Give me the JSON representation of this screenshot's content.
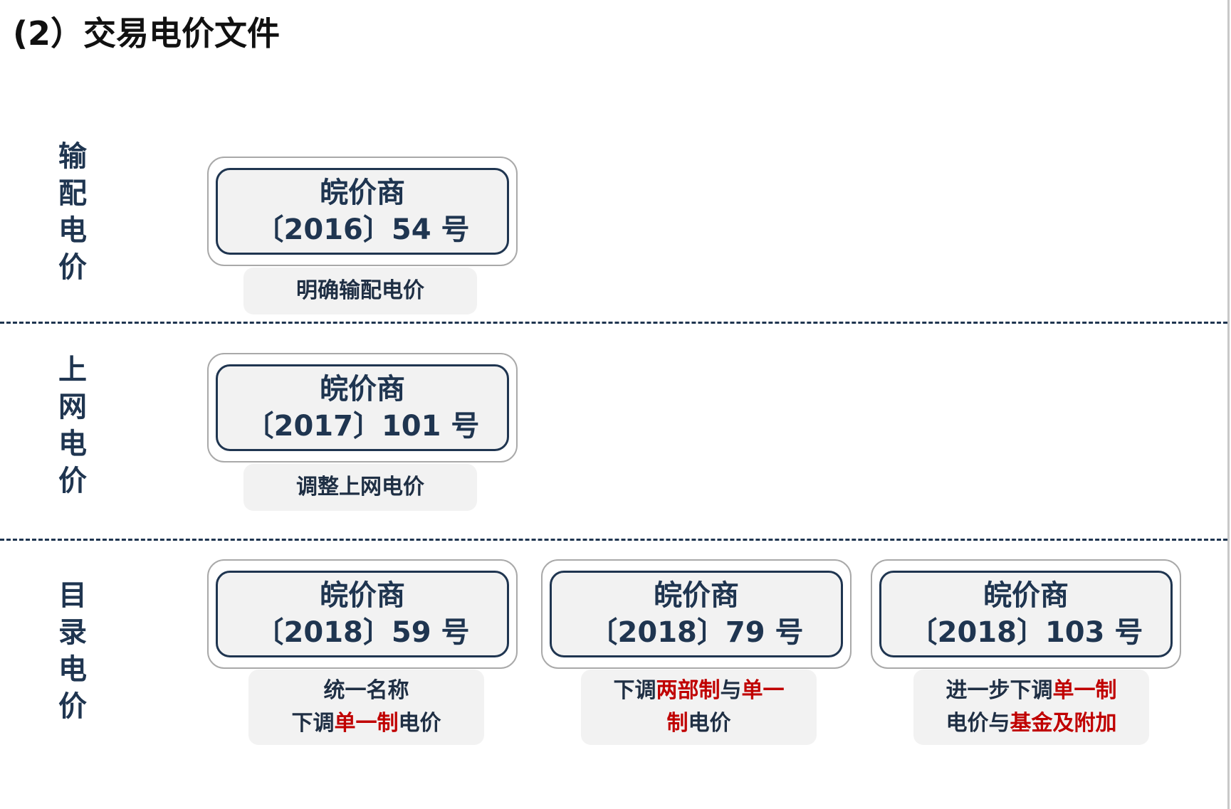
{
  "title": "(2）交易电价文件",
  "rows": [
    {
      "label": [
        "输",
        "配",
        "电",
        "价"
      ],
      "docs": [
        {
          "line1": "皖价商",
          "line2": "〔2016〕54 号",
          "note": [
            [
              {
                "t": "明确输配电价",
                "hl": false
              }
            ]
          ]
        }
      ]
    },
    {
      "label": [
        "上",
        "网",
        "电",
        "价"
      ],
      "docs": [
        {
          "line1": "皖价商",
          "line2": "〔2017〕101 号",
          "note": [
            [
              {
                "t": "调整上网电价",
                "hl": false
              }
            ]
          ]
        }
      ]
    },
    {
      "label": [
        "目",
        "录",
        "电",
        "价"
      ],
      "docs": [
        {
          "line1": "皖价商",
          "line2": "〔2018〕59 号",
          "note": [
            [
              {
                "t": "统一名称",
                "hl": false
              }
            ],
            [
              {
                "t": "下调",
                "hl": false
              },
              {
                "t": "单一制",
                "hl": true
              },
              {
                "t": "电价",
                "hl": false
              }
            ]
          ]
        },
        {
          "line1": "皖价商",
          "line2": "〔2018〕79 号",
          "note": [
            [
              {
                "t": "下调",
                "hl": false
              },
              {
                "t": "两部制",
                "hl": true
              },
              {
                "t": "与",
                "hl": false
              },
              {
                "t": "单一",
                "hl": true
              }
            ],
            [
              {
                "t": "制",
                "hl": true
              },
              {
                "t": "电价",
                "hl": false
              }
            ]
          ]
        },
        {
          "line1": "皖价商",
          "line2": "〔2018〕103 号",
          "note": [
            [
              {
                "t": "进一步下调",
                "hl": false
              },
              {
                "t": "单一制",
                "hl": true
              }
            ],
            [
              {
                "t": "电价与",
                "hl": false
              },
              {
                "t": "基金及附加",
                "hl": true
              }
            ]
          ]
        }
      ]
    }
  ],
  "colors": {
    "highlight": "#c00000",
    "navy": "#1f3550",
    "box_fill": "#f2f2f2"
  }
}
